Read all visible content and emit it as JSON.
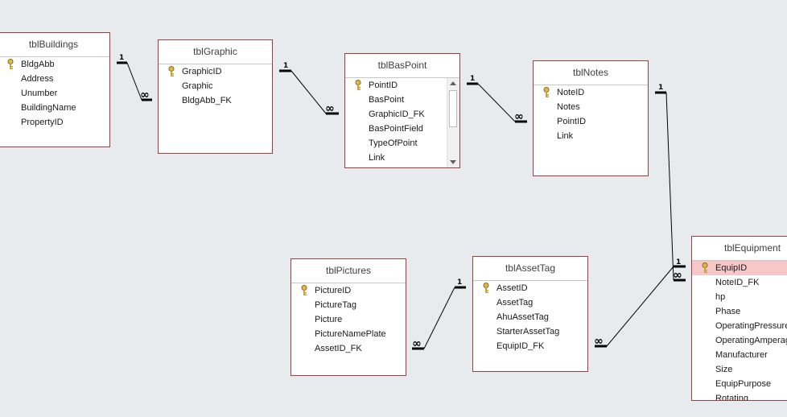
{
  "tables": {
    "buildings": {
      "title": "tblBuildings",
      "fields": [
        "BldgAbb",
        "Address",
        "Unumber",
        "BuildingName",
        "PropertyID"
      ]
    },
    "graphic": {
      "title": "tblGraphic",
      "fields": [
        "GraphicID",
        "Graphic",
        "BldgAbb_FK"
      ]
    },
    "baspoint": {
      "title": "tblBasPoint",
      "fields": [
        "PointID",
        "BasPoint",
        "GraphicID_FK",
        "BasPointField",
        "TypeOfPoint",
        "Link"
      ]
    },
    "notes": {
      "title": "tblNotes",
      "fields": [
        "NoteID",
        "Notes",
        "PointID",
        "Link"
      ]
    },
    "pictures": {
      "title": "tblPictures",
      "fields": [
        "PictureID",
        "PictureTag",
        "Picture",
        "PictureNamePlate",
        "AssetID_FK"
      ]
    },
    "assettag": {
      "title": "tblAssetTag",
      "fields": [
        "AssetID",
        "AssetTag",
        "AhuAssetTag",
        "StarterAssetTag",
        "EquipID_FK"
      ]
    },
    "equipment": {
      "title": "tblEquipment",
      "fields": [
        "EquipID",
        "NoteID_FK",
        "hp",
        "Phase",
        "OperatingPressure",
        "OperatingAmperage",
        "Manufacturer",
        "Size",
        "EquipPurpose",
        "Rotating"
      ]
    }
  },
  "relationships": {
    "one": "1",
    "many": "∞"
  },
  "colors": {
    "canvas": "#e8ebee",
    "table_border": "#a33d3d",
    "selected_field": "#f7c7c7",
    "key_icon": "#c8a13a"
  }
}
